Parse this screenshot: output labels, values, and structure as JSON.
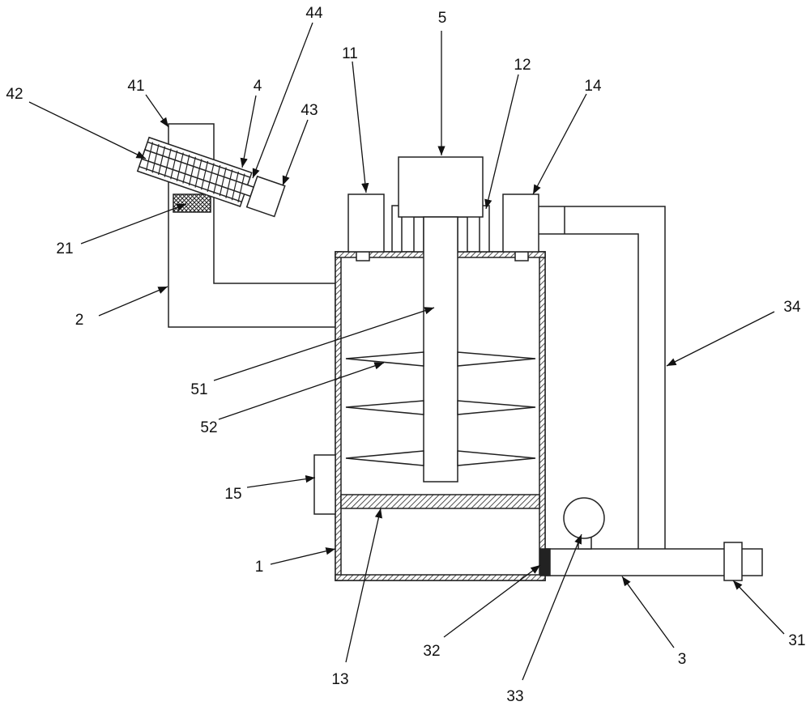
{
  "figure": {
    "labels": {
      "l1": "1",
      "l2": "2",
      "l3": "3",
      "l4": "4",
      "l5": "5",
      "l11": "11",
      "l12": "12",
      "l13": "13",
      "l14": "14",
      "l15": "15",
      "l21": "21",
      "l31": "31",
      "l32": "32",
      "l33": "33",
      "l34": "34",
      "l41": "41",
      "l42": "42",
      "l43": "43",
      "l44": "44",
      "l51": "51",
      "l52": "52"
    }
  }
}
